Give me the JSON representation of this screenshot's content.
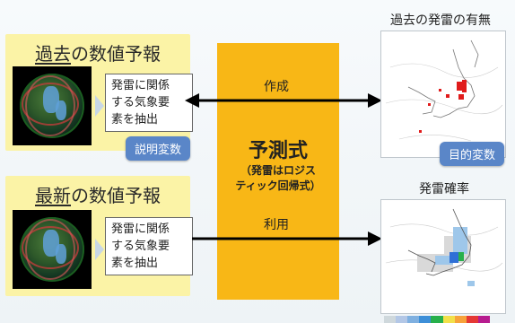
{
  "past_panel": {
    "title_prefix": "過去",
    "title_suffix": "の数値予報",
    "process_text_lines": [
      "発雷に関係",
      "する気象要",
      "素を抽出"
    ],
    "tag": "説明変数"
  },
  "latest_panel": {
    "title_prefix": "最新",
    "title_suffix": "の数値予報",
    "process_text_lines": [
      "発雷に関係",
      "する気象要",
      "素を抽出"
    ]
  },
  "center": {
    "title": "予測式",
    "subtitle_lines": [
      "（発雷はロジス",
      "ティック回帰式）"
    ]
  },
  "arrows": {
    "top_label": "作成",
    "bottom_label": "利用"
  },
  "right_top": {
    "title": "過去の発雷の有無",
    "tag": "目的変数"
  },
  "right_bottom": {
    "title": "発雷確率"
  },
  "colors": {
    "left_panel": "#fbf3a6",
    "center_box": "#f8b716",
    "tag": "#5a86c8",
    "lightning_red": "#e01b1b"
  }
}
